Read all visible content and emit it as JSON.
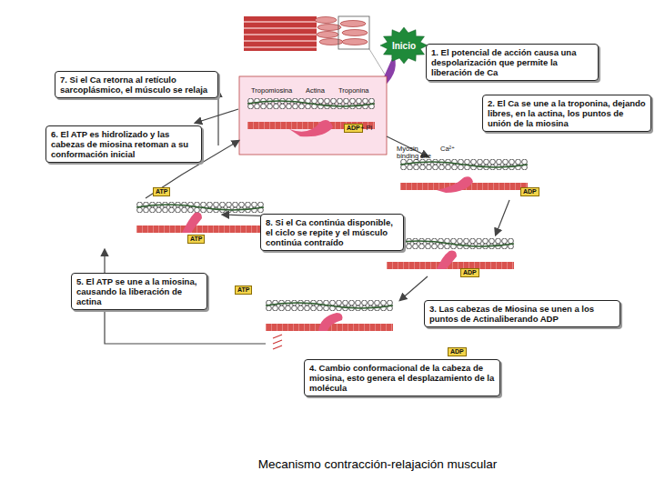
{
  "diagram": {
    "caption": "Mecanismo contracción-relajación muscular",
    "nodes": [
      {
        "text": [
          "Inicio"
        ]
      },
      {
        "text": [
          "1. El potencial de acción causa una despolarización que permite la liberación de Ca"
        ]
      },
      {
        "text": [
          "7. Si el Ca retorna al retículo sarcoplásmico, el músculo se relaja"
        ]
      },
      {
        "text": [
          "2. El Ca se une a la troponina, dejando libres, en la actina, los puntos de unión de la miosina"
        ]
      },
      {
        "text": [
          "6. El ATP es hidrolizado y las cabezas de miosina retoman a su conformación inicial"
        ]
      },
      {
        "text": [
          "8. Si el Ca continúa disponible, el ciclo se repite y el músculo continúa contraído"
        ]
      },
      {
        "text": [
          "5. El ATP se une a la miosina, causando la liberación de actina"
        ]
      },
      {
        "text": [
          "3. Las cabezas de Miosina se unen a los puntos de Actinaliberando ADP"
        ]
      },
      {
        "text": [
          "4. Cambio conformacional de la cabeza de miosina, esto genera el desplazamiento de la molécula"
        ]
      }
    ],
    "labels": [
      "Tropomiosina",
      "Actina",
      "Troponina",
      "ADP",
      "+ Pi",
      "Myosin binding site",
      "Ca²⁺",
      "ADP",
      "ATP",
      "ADP",
      "ATP",
      "ATP",
      "ADP"
    ]
  }
}
